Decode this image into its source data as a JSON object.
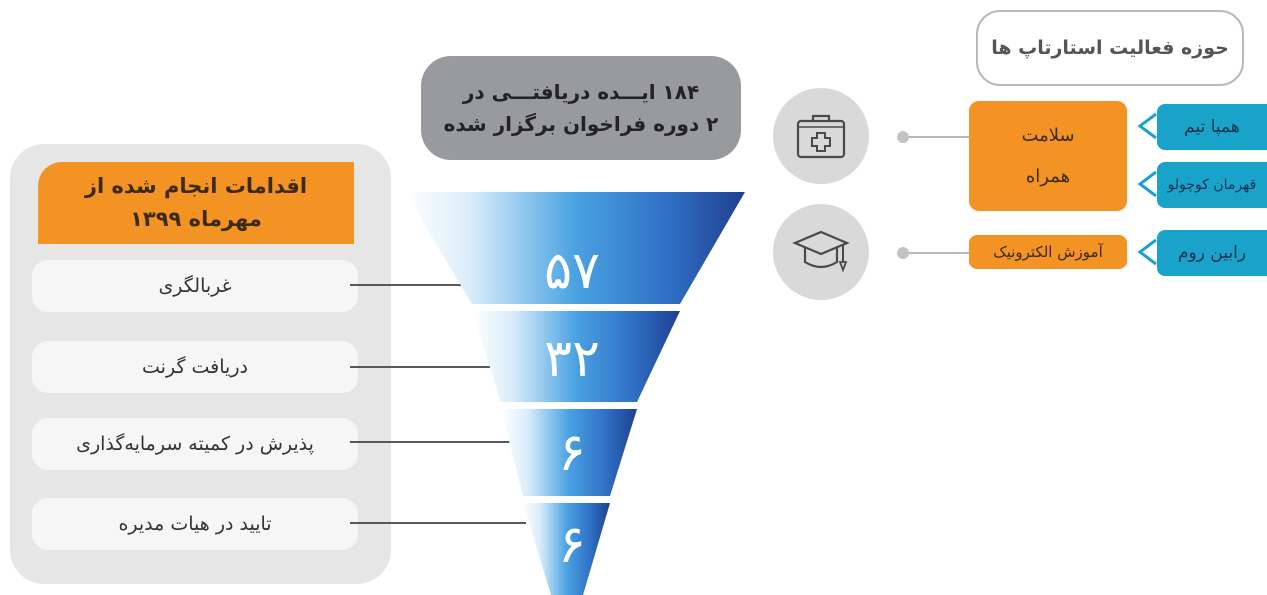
{
  "actions": {
    "title_line1": "اقدامات انجام شده از",
    "title_line2": "مهرماه ۱۳۹۹",
    "steps": [
      "غربالگری",
      "دریافت گرنت",
      "پذیرش در کمیته سرمایه‌گذاری",
      "تایید در هیات مدیره"
    ]
  },
  "ideas": {
    "line1": "۱۸۴ ایـــده دریافتـــی در",
    "line2": "۲ دوره فراخوان برگزار شده"
  },
  "funnel": {
    "values": [
      "۵۷",
      "۳۲",
      "۶",
      "۶"
    ],
    "colors": {
      "dark": "#234a98",
      "mid": "#2f82cf",
      "light": "#d7ecfa"
    }
  },
  "activity": {
    "title": "حوزه فعالیت استارتاپ ها",
    "areas": [
      {
        "icon": "medical-kit-icon",
        "label_line1": "سلامت",
        "label_line2": "همراه",
        "startups": [
          "همپا تیم",
          "قهرمان کوچولو"
        ]
      },
      {
        "icon": "graduation-cap-icon",
        "label": "آموزش الکترونیک",
        "startups": [
          "رابین روم"
        ]
      }
    ]
  },
  "colors": {
    "orange": "#f39323",
    "teal": "#1aa3ca",
    "gray_panel": "#e6e6e7",
    "gray_bubble": "#999a9d"
  }
}
